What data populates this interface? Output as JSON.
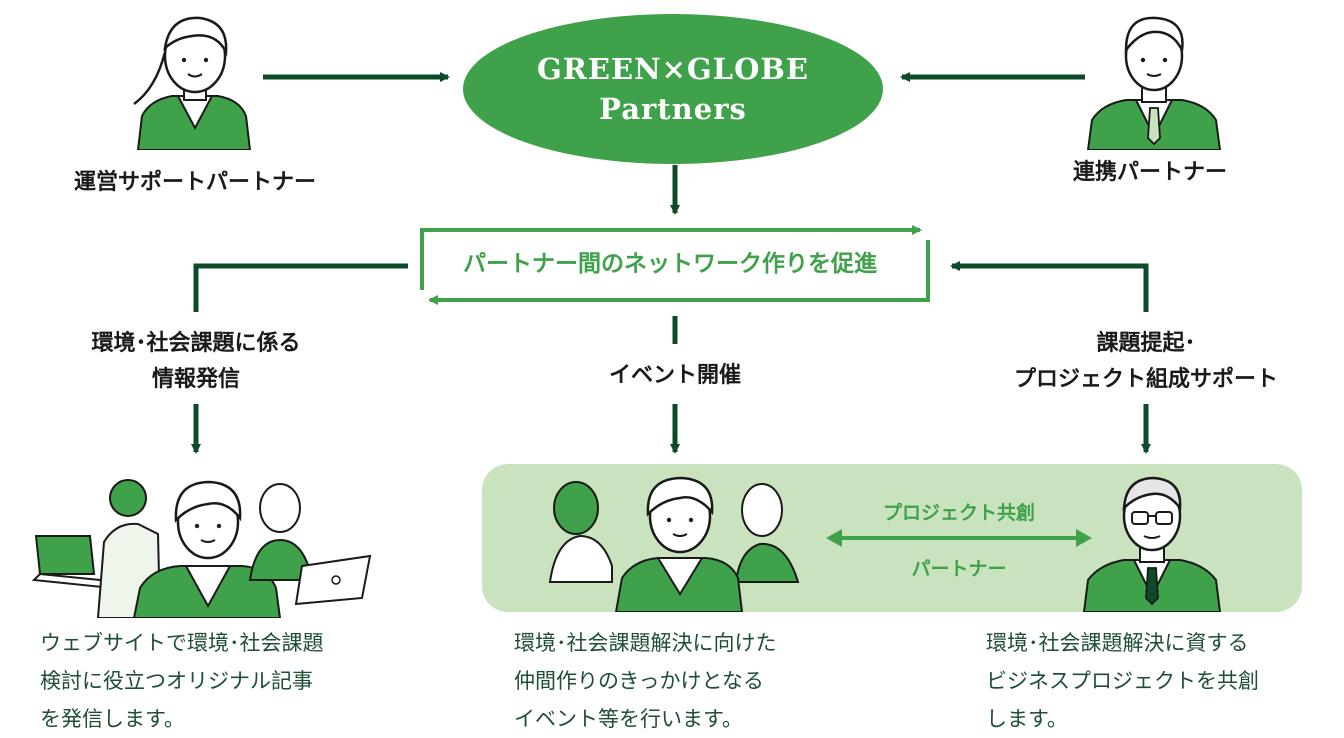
{
  "hub": {
    "line1": "GREEN×GLOBE",
    "line2": "Partners"
  },
  "top_left_label": "運営サポートパートナー",
  "top_right_label": "連携パートナー",
  "network_box": "パートナー間のネットワーク作りを促進",
  "branches": {
    "left": {
      "line1": "環境･社会課題に係る",
      "line2": "情報発信"
    },
    "center": {
      "line1": "イベント開催"
    },
    "right": {
      "line1": "課題提起･",
      "line2": "プロジェクト組成サポート"
    }
  },
  "co_creation": {
    "top": "プロジェクト共創",
    "bottom": "パートナー"
  },
  "descriptions": {
    "left": [
      "ウェブサイトで環境･社会課題",
      "検討に役立つオリジナル記事",
      "を発信します。"
    ],
    "center": [
      "環境･社会課題解決に向けた",
      "仲間作りのきっかけとなる",
      "イベント等を行います。"
    ],
    "right": [
      "環境･社会課題解決に資する",
      "ビジネスプロジェクトを共創",
      "します。"
    ]
  },
  "colors": {
    "dark_green": "#0d4a2a",
    "brand_green": "#3fa14a",
    "panel_green": "#c9e3bf",
    "skin": "#ffffff"
  },
  "icons": [
    "woman-partner-illustration",
    "man-partner-illustration",
    "website-team-illustration",
    "event-group-illustration",
    "senior-businessman-illustration"
  ]
}
